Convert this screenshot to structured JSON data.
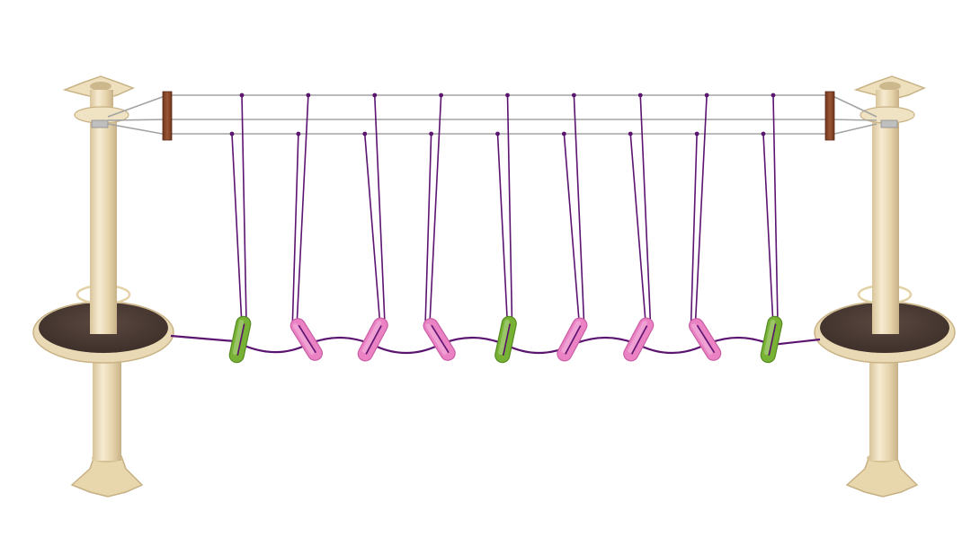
{
  "scene": {
    "subject": "rope-course-swinging-steps",
    "colors": {
      "background": "#ffffff",
      "post": "#ecdcb8",
      "post_shade": "#cdb88d",
      "post_light": "#f7ecd2",
      "platform_top": "#4a3a33",
      "platform_rim": "#eadbb7",
      "wood_beam": "#8a4a2e",
      "steel_cable": "#9c9c9c",
      "rope": "#5b1470",
      "step_pink": "#ea82c4",
      "step_pink_shade": "#c95ea5",
      "step_green": "#78b235",
      "step_green_shade": "#558a20"
    },
    "steps": [
      {
        "color": "green",
        "tilt": "upright"
      },
      {
        "color": "pink",
        "tilt": "left"
      },
      {
        "color": "pink",
        "tilt": "right"
      },
      {
        "color": "pink",
        "tilt": "left"
      },
      {
        "color": "green",
        "tilt": "upright"
      },
      {
        "color": "pink",
        "tilt": "right"
      },
      {
        "color": "pink",
        "tilt": "right"
      },
      {
        "color": "pink",
        "tilt": "left"
      },
      {
        "color": "green",
        "tilt": "upright"
      }
    ]
  }
}
